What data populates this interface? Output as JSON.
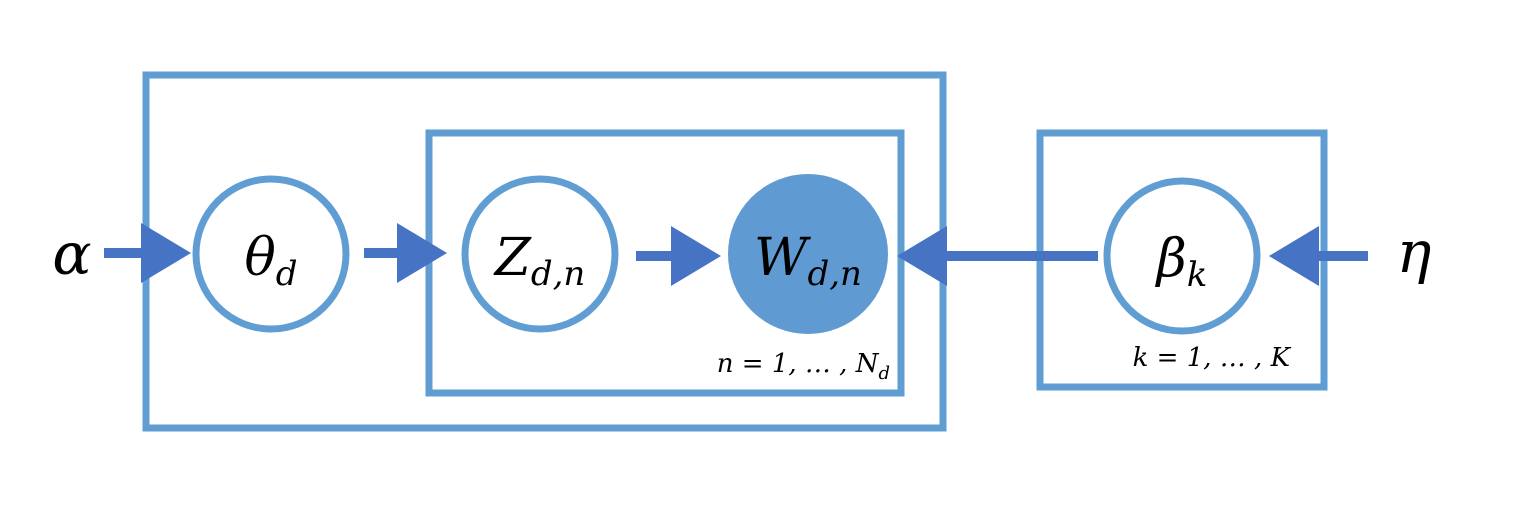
{
  "colors": {
    "plate_stroke": "#5f9dd3",
    "arrow": "#4673c4",
    "node_fill_observed": "#5f9bd2",
    "node_fill_latent": "#ffffff",
    "text": "#000000"
  },
  "hyperparameters": {
    "alpha": "α",
    "eta": "η"
  },
  "nodes": {
    "theta": {
      "main": "θ",
      "sub": "d",
      "observed": false
    },
    "z": {
      "main": "Z",
      "sub": "d,n",
      "observed": false
    },
    "w": {
      "main": "W",
      "sub": "d,n",
      "observed": true
    },
    "beta": {
      "main": "β",
      "sub": "k",
      "observed": false
    }
  },
  "plates": {
    "words": {
      "label_main": "n = 1, … , N",
      "label_sub": "d"
    },
    "topics": {
      "label_main": "k = 1, … , K"
    }
  },
  "edges": [
    {
      "from": "alpha",
      "to": "theta"
    },
    {
      "from": "theta",
      "to": "z"
    },
    {
      "from": "z",
      "to": "w"
    },
    {
      "from": "beta",
      "to": "w"
    },
    {
      "from": "eta",
      "to": "beta"
    }
  ]
}
